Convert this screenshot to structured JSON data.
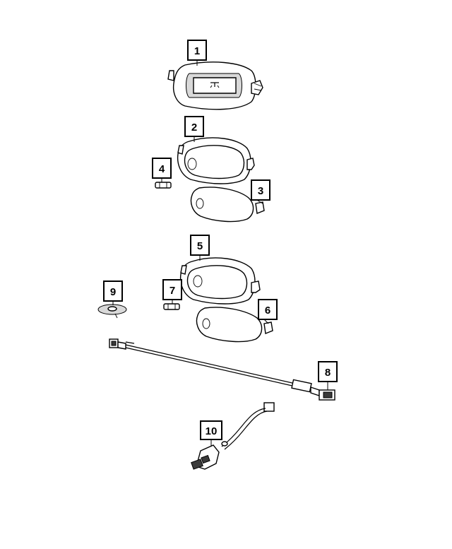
{
  "callouts": [
    {
      "id": "1",
      "label": "1"
    },
    {
      "id": "2",
      "label": "2"
    },
    {
      "id": "3",
      "label": "3"
    },
    {
      "id": "4",
      "label": "4"
    },
    {
      "id": "5",
      "label": "5"
    },
    {
      "id": "6",
      "label": "6"
    },
    {
      "id": "7",
      "label": "7"
    },
    {
      "id": "8",
      "label": "8"
    },
    {
      "id": "9",
      "label": "9"
    },
    {
      "id": "10",
      "label": "10"
    }
  ],
  "icons": {
    "dome_lamp_symbol": "lamp-symbol-icon"
  }
}
